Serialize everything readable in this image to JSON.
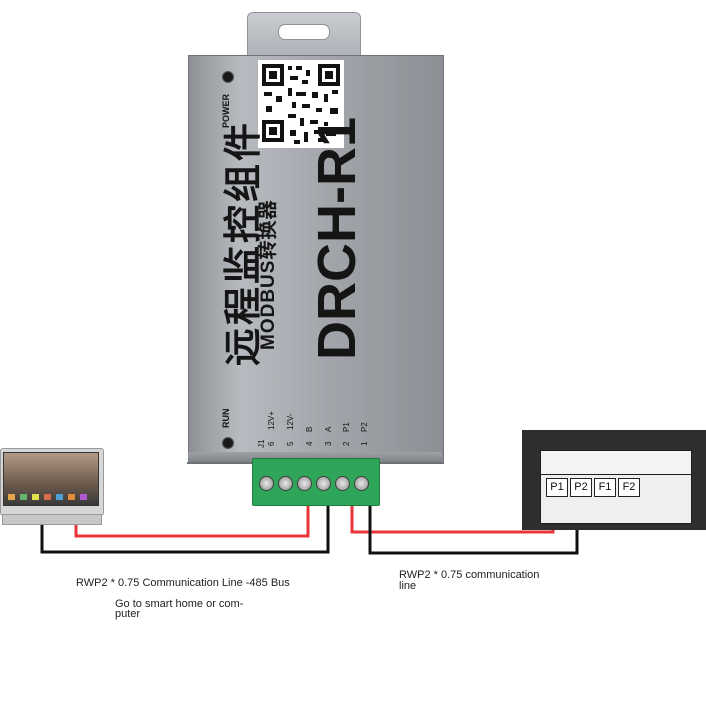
{
  "device": {
    "title_cn": "远程监控组件",
    "subtitle": "MODBUS转换器",
    "model": "DRCH-R1",
    "power_label": "POWER",
    "run_label": "RUN",
    "pin_labels": [
      "J1",
      "6",
      "12V+",
      "5",
      "12V-",
      "4",
      "B",
      "3",
      "A",
      "2",
      "P1",
      "1",
      "P2"
    ]
  },
  "controller": {
    "terminals": [
      "P1",
      "P2",
      "F1",
      "F2"
    ]
  },
  "captions": {
    "left_line": "RWP2 * 0.75 Communication Line -485 Bus",
    "left_dest_1": "Go to smart home or com-",
    "left_dest_2": "puter",
    "right_line_1": "RWP2 * 0.75 communication",
    "right_line_2": "line"
  },
  "colors": {
    "wire_red": "#e8343a",
    "wire_black": "#111111",
    "terminal_green": "#2fa55a"
  }
}
